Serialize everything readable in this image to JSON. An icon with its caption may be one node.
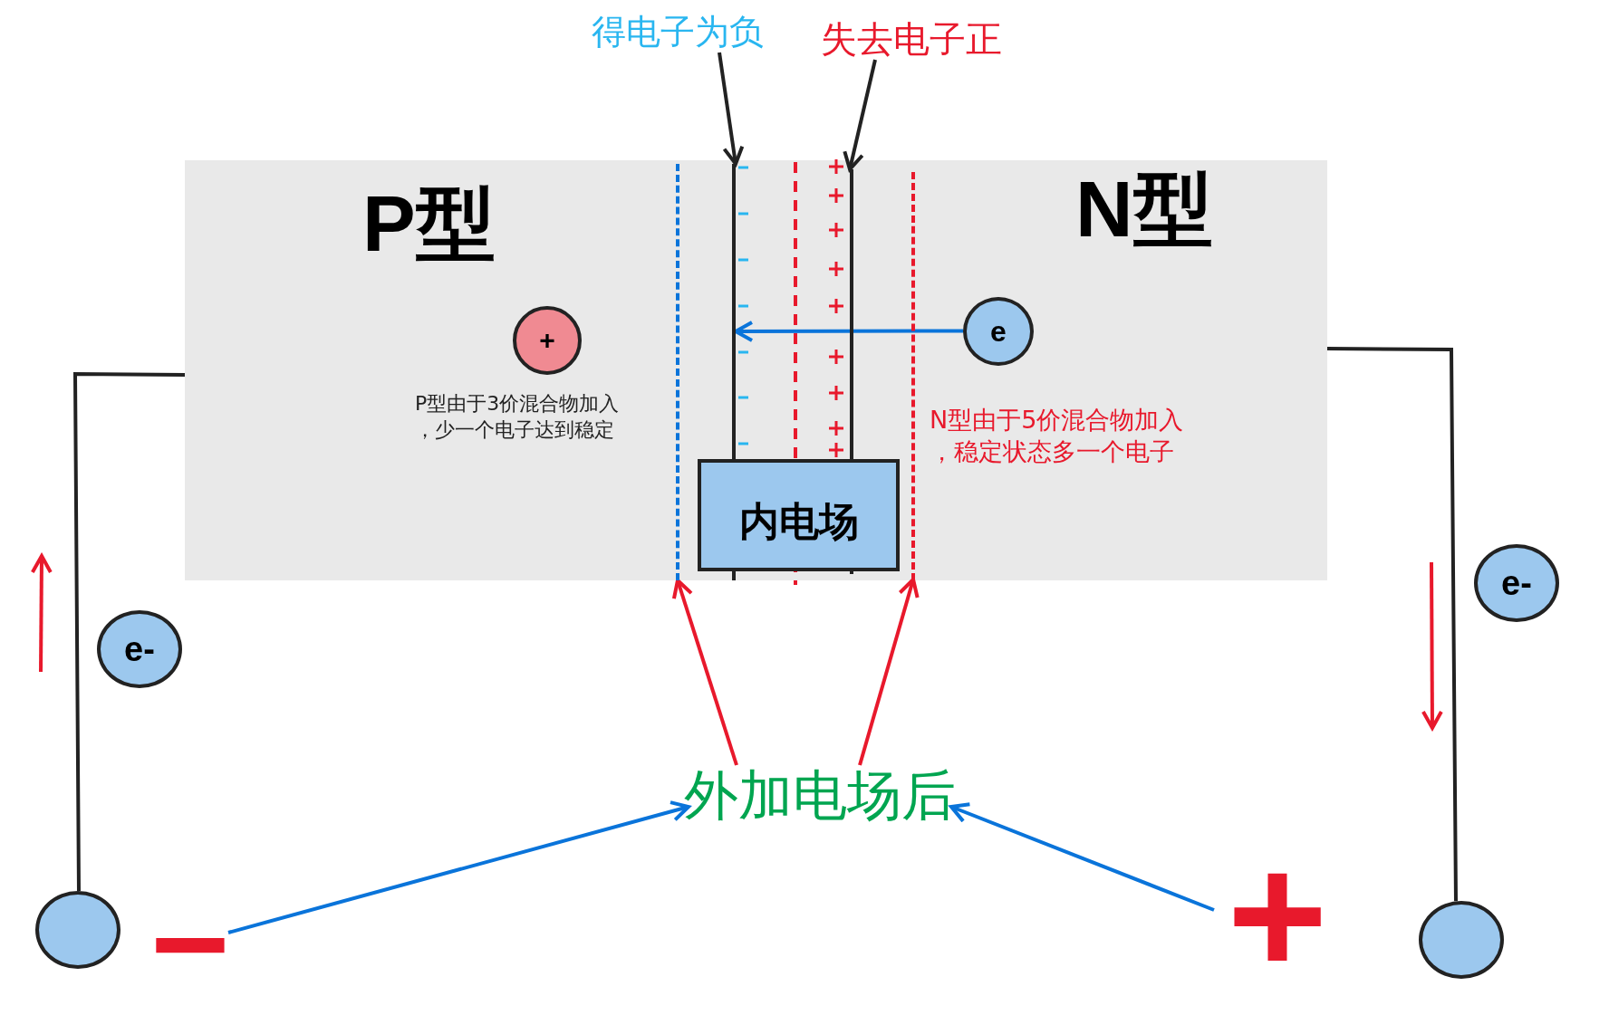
{
  "diagram": {
    "nodes": [
      {
        "text": [
          "P型",
          "N型"
        ]
      },
      {
        "text": [
          "+"
        ],
        "in": 0
      },
      {
        "text": [
          "e"
        ],
        "in": 0
      },
      {
        "text": [
          "内电场"
        ],
        "in": 0
      },
      {
        "text": [],
        "shape": "line",
        "in": 0
      },
      {
        "text": [],
        "shape": "line",
        "in": 0
      },
      {
        "text": [],
        "shape": "line",
        "in": 0
      },
      {
        "text": [],
        "shape": "line",
        "in": 0
      },
      {
        "text": [
          "得电子为负"
        ]
      },
      {
        "text": [
          "失去电子正"
        ]
      },
      {
        "text": [
          "外加电场后"
        ]
      },
      {
        "text": [
          "e-"
        ]
      },
      {
        "text": [
          "e-"
        ]
      },
      {
        "text": [],
        "shape": "circle"
      },
      {
        "text": [],
        "shape": "circle"
      },
      {
        "text": [
          "−"
        ]
      },
      {
        "text": [
          "+"
        ]
      }
    ],
    "edges": [
      {
        "from": 8,
        "to": 5,
        "arrow": "to"
      },
      {
        "from": 9,
        "to": 6,
        "arrow": "to"
      },
      {
        "from": 2,
        "to": 5,
        "arrow": "to",
        "color": "#0a74da"
      },
      {
        "from": 10,
        "to": 4,
        "arrow": "to",
        "color": "#e8192c"
      },
      {
        "from": 10,
        "to": 7,
        "arrow": "to",
        "color": "#e8192c"
      },
      {
        "from": 15,
        "to": 10,
        "arrow": "to",
        "color": "#0a74da"
      },
      {
        "from": 16,
        "to": 10,
        "arrow": "to",
        "color": "#0a74da"
      },
      {
        "from": 0,
        "to": 13,
        "arrow": "none"
      },
      {
        "from": 0,
        "to": 14,
        "arrow": "none"
      }
    ],
    "labels": [
      "P型由于3价混合物加入，少一个电子达到稳定",
      "N型由于5价混合物加入，稳定状态多一个电子"
    ]
  }
}
